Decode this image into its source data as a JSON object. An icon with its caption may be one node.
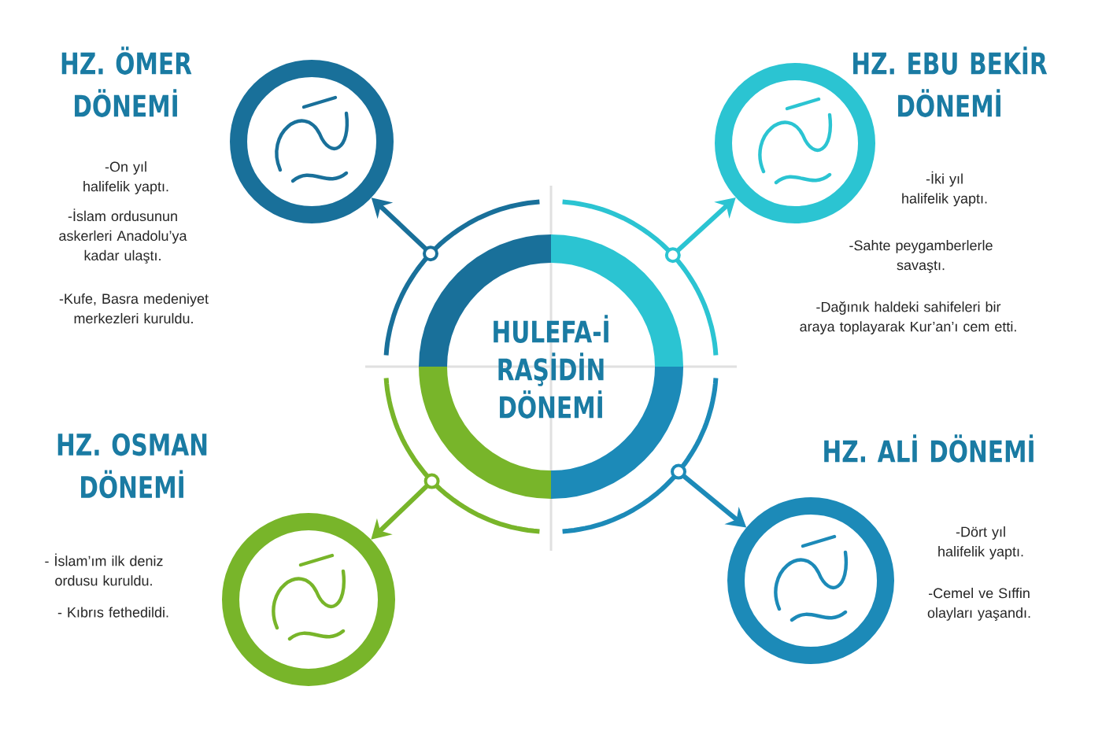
{
  "diagram": {
    "nodes": [
      {
        "text": [
          "HULEFA-İ RAŞİDİN DÖNEMİ"
        ]
      },
      {
        "text": [],
        "shape": "circle",
        "beside": [
          "HZ. ÖMER DÖNEMİ",
          "-On yıl halifelik yaptı.",
          "-İslam ordusunun askerleri Anadolu’ya kadar ulaştı.",
          "-Kufe, Basra medeniyet merkezleri kuruldu."
        ]
      },
      {
        "text": [],
        "shape": "circle",
        "beside": [
          "HZ. EBU BEKİR DÖNEMİ",
          "-İki yıl halifelik yaptı.",
          "-Sahte peygamberlerle savaştı.",
          "-Dağınık haldeki sahifeleri bir araya toplayarak Kur’an’ı cem etti."
        ]
      },
      {
        "text": [],
        "shape": "circle",
        "beside": [
          "HZ. OSMAN DÖNEMİ",
          "- İslam’ım ilk deniz ordusu kuruldu.",
          "- Kıbrıs fethedildi."
        ]
      },
      {
        "text": [],
        "shape": "circle",
        "beside": [
          "HZ. ALİ DÖNEMİ",
          "-Dört yıl halifelik yaptı.",
          "-Cemel ve Sıffin olayları yaşandı."
        ]
      }
    ],
    "edges": [
      {
        "from": 0,
        "to": 1,
        "arrow": "to",
        "color": "#19709a"
      },
      {
        "from": 0,
        "to": 2,
        "arrow": "to",
        "color": "#2bc4d2"
      },
      {
        "from": 0,
        "to": 3,
        "arrow": "to",
        "color": "#78b52a"
      },
      {
        "from": 0,
        "to": 4,
        "arrow": "to",
        "color": "#1c8ab8"
      }
    ]
  }
}
